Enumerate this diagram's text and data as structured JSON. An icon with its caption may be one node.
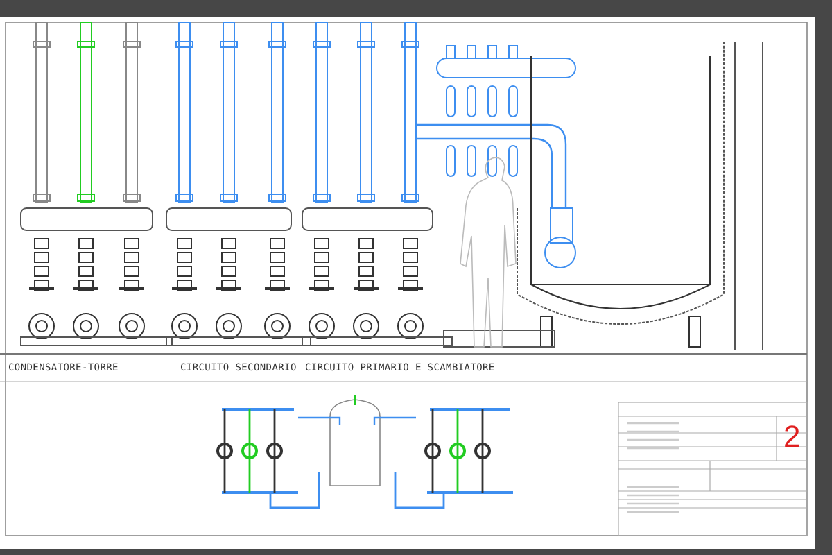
{
  "diagram": {
    "labels": [
      "CONDENSATORE-TORRE",
      "CIRCUITO SECONDARIO",
      "CIRCUITO PRIMARIO E SCAMBIATORE",
      "2"
    ]
  }
}
